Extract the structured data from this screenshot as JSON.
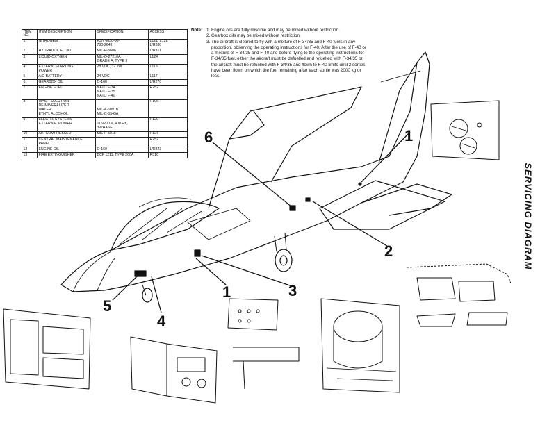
{
  "table": {
    "headers": [
      "ITEM NO.",
      "ITEM DESCRIPTION",
      "SPECIFICATION",
      "ACCESS"
    ],
    "rows": [
      [
        "1",
        "NITROGEN",
        "FSN 6830-00-\n780-2643",
        "L121, L128\nL/R330"
      ],
      [
        "2",
        "HYDRAULIC FLUID",
        "MIL-H-5606",
        "L/R311"
      ],
      [
        "3",
        "LIQUID OXYGEN",
        "MIL-O-27210A\nGRADE A, TYPE II",
        "L124"
      ],
      [
        "4",
        "EXTERN. STARTING\nPOWER",
        "28 VDC, 32 kW",
        "L119"
      ],
      [
        "5",
        "A/C BATTERY",
        "24 VDC",
        "L117"
      ],
      [
        "6",
        "GEARBOX OIL",
        "O-160",
        "L/R270"
      ],
      [
        "7",
        "ENGINE FUEL",
        "NATO F-34\nNATO F-35\nNATO F-40",
        "R252"
      ],
      [
        "8",
        "WASH-SOLUTION\nDE-MINERALIZED\nWATER\nETHYL ALCOHOL",
        "\n\nMIL-A-6091B\nMIL-C-5543A",
        "R106"
      ],
      [
        "9",
        "ELECTR. SYSTEMS\nEXTERNAL POWER",
        "\n115/200 V, 400 Hz,\n3-PHASE",
        "R120"
      ],
      [
        "10",
        "AIR COMPRESSED",
        "MIL-P-5818",
        "R127"
      ],
      [
        "11",
        "CENTRAL MAINTENANCE\nPANEL",
        "",
        "R252"
      ],
      [
        "12",
        "ENGINE OIL",
        "O-160",
        "L/R323"
      ],
      [
        "13",
        "FIRE EXTINGUISHER",
        "BCF 1211, TYPE 260A",
        "R316"
      ]
    ]
  },
  "notes": {
    "label": "Note:",
    "items": [
      "Engine oils are fully miscible and may be mixed without restriction.",
      "Gearbox oils may be mixed without restriction.",
      "The aircraft is cleared to fly with a mixture of F-34/35 and F-40 fuels in any proportion, observing the operating instructions for F-40. After the use of F-40 or a mixture of F-34/35 and F-40 and before flying to the operating instructions for F-34/35 fuel, either the aircraft must be defuelled and refuelled with F-34/35 or the aircraft must be refuelled with F-34/35 and flown to F-40 limits until 2 sorties have been flown on which the fuel remaining after each sortie was 2000 kg or less."
    ]
  },
  "side_title": "SERVICING DIAGRAM",
  "callouts": {
    "c6": "6",
    "c1_top": "1",
    "c2": "2",
    "c1_bottom": "1",
    "c3": "3",
    "c4": "4",
    "c5": "5"
  }
}
